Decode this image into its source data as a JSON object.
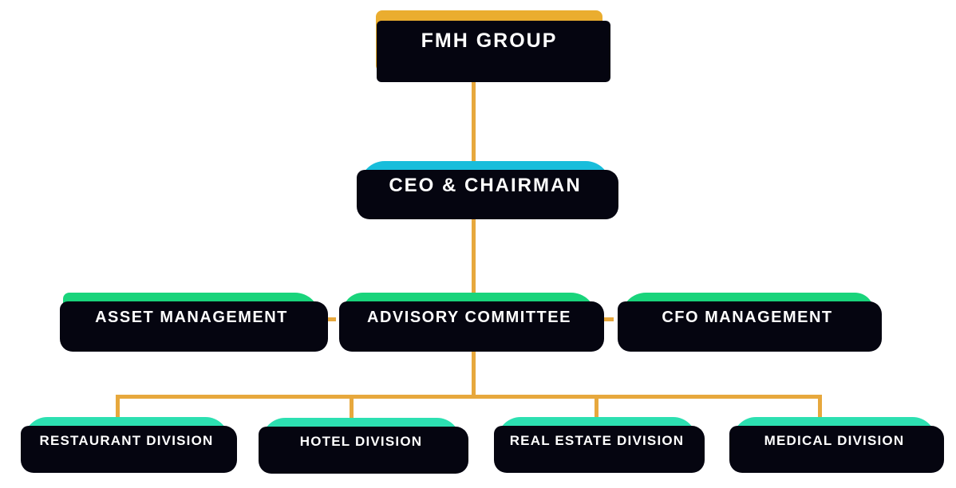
{
  "page": {
    "background": "#FFFFFF"
  },
  "colors": {
    "root_box": "#EAAD2F",
    "executive_box": "#18BDDB",
    "management_box": "#19D47B",
    "division_box": "#2CE0B1",
    "connector": "#E7A83D",
    "shadow": "#050510",
    "label_text": "#FFFFFF"
  },
  "org_chart": {
    "root": {
      "label": "FMH GROUP"
    },
    "executive": {
      "label": "CEO & CHAIRMAN"
    },
    "management_row": [
      {
        "label": "ASSET MANAGEMENT"
      },
      {
        "label": "ADVISORY COMMITTEE"
      },
      {
        "label": "CFO MANAGEMENT"
      }
    ],
    "division_row": [
      {
        "label": "RESTAURANT DIVISION"
      },
      {
        "label": "HOTEL DIVISION"
      },
      {
        "label": "REAL ESTATE DIVISION"
      },
      {
        "label": "MEDICAL DIVISION"
      }
    ]
  }
}
